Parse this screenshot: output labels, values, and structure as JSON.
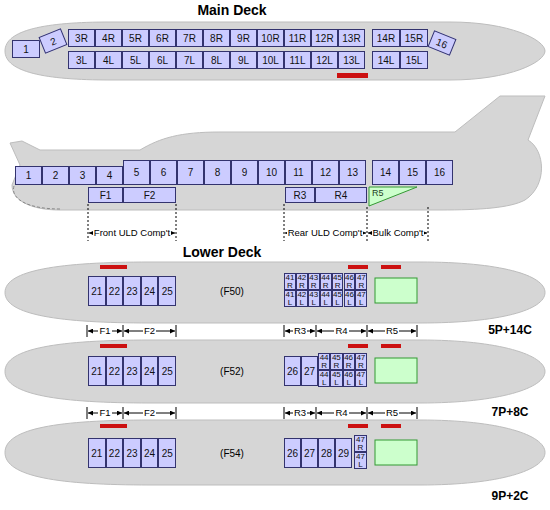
{
  "diagram": {
    "title": "Main Deck",
    "nodes": [
      {
        "text": [
          "1"
        ]
      },
      {
        "text": [
          "2"
        ]
      },
      {
        "text": [
          "3R"
        ]
      },
      {
        "text": [
          "4R"
        ]
      },
      {
        "text": [
          "5R"
        ]
      },
      {
        "text": [
          "6R"
        ]
      },
      {
        "text": [
          "7R"
        ]
      },
      {
        "text": [
          "8R"
        ]
      },
      {
        "text": [
          "9R"
        ]
      },
      {
        "text": [
          "10R"
        ]
      },
      {
        "text": [
          "11R"
        ]
      },
      {
        "text": [
          "12R"
        ]
      },
      {
        "text": [
          "13R"
        ]
      },
      {
        "text": [
          "14R"
        ]
      },
      {
        "text": [
          "15R"
        ]
      },
      {
        "text": [
          "16"
        ]
      },
      {
        "text": [
          "3L"
        ]
      },
      {
        "text": [
          "4L"
        ]
      },
      {
        "text": [
          "5L"
        ]
      },
      {
        "text": [
          "6L"
        ]
      },
      {
        "text": [
          "7L"
        ]
      },
      {
        "text": [
          "8L"
        ]
      },
      {
        "text": [
          "9L"
        ]
      },
      {
        "text": [
          "10L"
        ]
      },
      {
        "text": [
          "11L"
        ]
      },
      {
        "text": [
          "12L"
        ]
      },
      {
        "text": [
          "13L"
        ]
      },
      {
        "text": [
          "14L"
        ]
      },
      {
        "text": [
          "15L"
        ]
      },
      {
        "text": [
          "1"
        ]
      },
      {
        "text": [
          "2"
        ]
      },
      {
        "text": [
          "3"
        ]
      },
      {
        "text": [
          "4"
        ]
      },
      {
        "text": [
          "5"
        ]
      },
      {
        "text": [
          "6"
        ]
      },
      {
        "text": [
          "7"
        ]
      },
      {
        "text": [
          "8"
        ]
      },
      {
        "text": [
          "9"
        ]
      },
      {
        "text": [
          "10"
        ]
      },
      {
        "text": [
          "11"
        ]
      },
      {
        "text": [
          "12"
        ]
      },
      {
        "text": [
          "13"
        ]
      },
      {
        "text": [
          "14"
        ]
      },
      {
        "text": [
          "15"
        ]
      },
      {
        "text": [
          "16"
        ]
      },
      {
        "text": [
          "F1"
        ]
      },
      {
        "text": [
          "F2"
        ]
      },
      {
        "text": [
          "R3"
        ]
      },
      {
        "text": [
          "R4"
        ]
      },
      {
        "text": [
          "R5"
        ]
      },
      {
        "text": [
          "21"
        ]
      },
      {
        "text": [
          "22"
        ]
      },
      {
        "text": [
          "23"
        ]
      },
      {
        "text": [
          "24"
        ]
      },
      {
        "text": [
          "25"
        ]
      },
      {
        "text": [
          "41 R"
        ]
      },
      {
        "text": [
          "42 R"
        ]
      },
      {
        "text": [
          "43 R"
        ]
      },
      {
        "text": [
          "44 R"
        ]
      },
      {
        "text": [
          "45 R"
        ]
      },
      {
        "text": [
          "46 R"
        ]
      },
      {
        "text": [
          "47 R"
        ]
      },
      {
        "text": [
          "41 L"
        ]
      },
      {
        "text": [
          "42 L"
        ]
      },
      {
        "text": [
          "43 L"
        ]
      },
      {
        "text": [
          "44 L"
        ]
      },
      {
        "text": [
          "45 L"
        ]
      },
      {
        "text": [
          "46 L"
        ]
      },
      {
        "text": [
          "47 L"
        ]
      },
      {
        "text": [
          "21"
        ]
      },
      {
        "text": [
          "22"
        ]
      },
      {
        "text": [
          "23"
        ]
      },
      {
        "text": [
          "24"
        ]
      },
      {
        "text": [
          "25"
        ]
      },
      {
        "text": [
          "26"
        ]
      },
      {
        "text": [
          "27"
        ]
      },
      {
        "text": [
          "44 R"
        ]
      },
      {
        "text": [
          "45 R"
        ]
      },
      {
        "text": [
          "46 R"
        ]
      },
      {
        "text": [
          "47 R"
        ]
      },
      {
        "text": [
          "44 L"
        ]
      },
      {
        "text": [
          "45 L"
        ]
      },
      {
        "text": [
          "46 L"
        ]
      },
      {
        "text": [
          "47 L"
        ]
      },
      {
        "text": [
          "21"
        ]
      },
      {
        "text": [
          "22"
        ]
      },
      {
        "text": [
          "23"
        ]
      },
      {
        "text": [
          "24"
        ]
      },
      {
        "text": [
          "25"
        ]
      },
      {
        "text": [
          "26"
        ]
      },
      {
        "text": [
          "27"
        ]
      },
      {
        "text": [
          "28"
        ]
      },
      {
        "text": [
          "29"
        ]
      },
      {
        "text": [
          "47 R"
        ]
      },
      {
        "text": [
          "47 L"
        ]
      }
    ],
    "labels": [
      "Lower Deck",
      "Front ULD Comp't",
      "Rear ULD Comp't",
      "Bulk Comp't",
      "(F50)",
      "F1",
      "F2",
      "R3",
      "R4",
      "R5",
      "5P+14C",
      "(F52)",
      "F1",
      "F2",
      "R3",
      "R4",
      "R5",
      "7P+8C",
      "(F54)",
      "9P+2C"
    ]
  }
}
